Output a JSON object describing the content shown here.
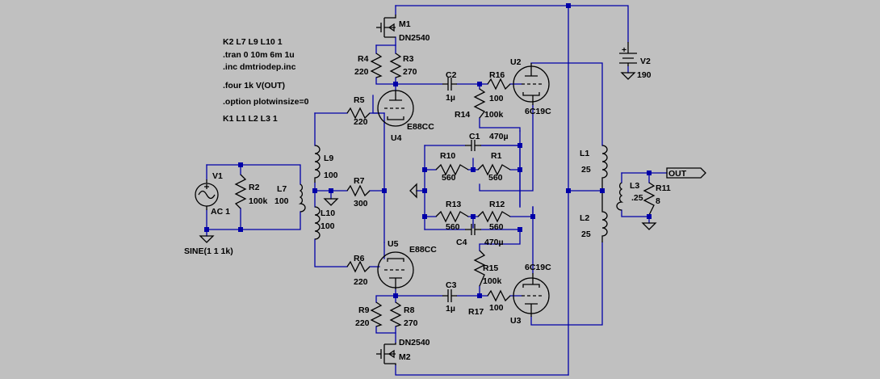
{
  "directives": [
    "K2 L7 L9 L10 1",
    ".tran 0 10m 6m 1u",
    ".inc dmtriodep.inc",
    ".four 1k V(OUT)",
    ".option plotwinsize=0",
    "K1 L1 L2 L3 1"
  ],
  "labels": {
    "M1": "M1",
    "M1_model": "DN2540",
    "M2": "M2",
    "M2_model": "DN2540",
    "R4": "R4",
    "R4_val": "220",
    "R3": "R3",
    "R3_val": "270",
    "R9": "R9",
    "R9_val": "220",
    "R8": "R8",
    "R8_val": "270",
    "C2": "C2",
    "C2_val": "1µ",
    "C3": "C3",
    "C3_val": "1µ",
    "R16": "R16",
    "R16_val": "100",
    "R17": "R17",
    "R17_val": "100",
    "R14": "R14",
    "R14_val": "100k",
    "R15": "R15",
    "R15_val": "100k",
    "U2": "U2",
    "U2_model": "6C19C",
    "U3": "U3",
    "U3_model": "6C19C",
    "U4": "U4",
    "U4_model": "E88CC",
    "U5": "U5",
    "U5_model": "E88CC",
    "R5": "R5",
    "R5_val": "220",
    "R6": "R6",
    "R6_val": "220",
    "R7": "R7",
    "R7_val": "300",
    "L9": "L9",
    "L9_val": "100",
    "L10": "L10",
    "L10_val": "100",
    "L7": "L7",
    "L7_val": "100",
    "R2": "R2",
    "R2_val": "100k",
    "V1": "V1",
    "V1_val": "AC 1",
    "V1_sine": "SINE(1 1 1k)",
    "C1": "C1",
    "C1_val": "470µ",
    "C4": "C4",
    "C4_val": "470µ",
    "R10": "R10",
    "R10_val": "560",
    "R1": "R1",
    "R1_val": "560",
    "R13": "R13",
    "R13_val": "560",
    "R12": "R12",
    "R12_val": "560",
    "V2": "V2",
    "V2_val": "190",
    "V2_plus": "+",
    "L1": "L1",
    "L1_val": "25",
    "L2": "L2",
    "L2_val": "25",
    "L3": "L3",
    "L3_val": ".25",
    "R11": "R11",
    "R11_val": "8",
    "OUT": "OUT"
  },
  "colors": {
    "background": "#c0c0c0",
    "wire": "#0000a8",
    "component": "#000000"
  }
}
